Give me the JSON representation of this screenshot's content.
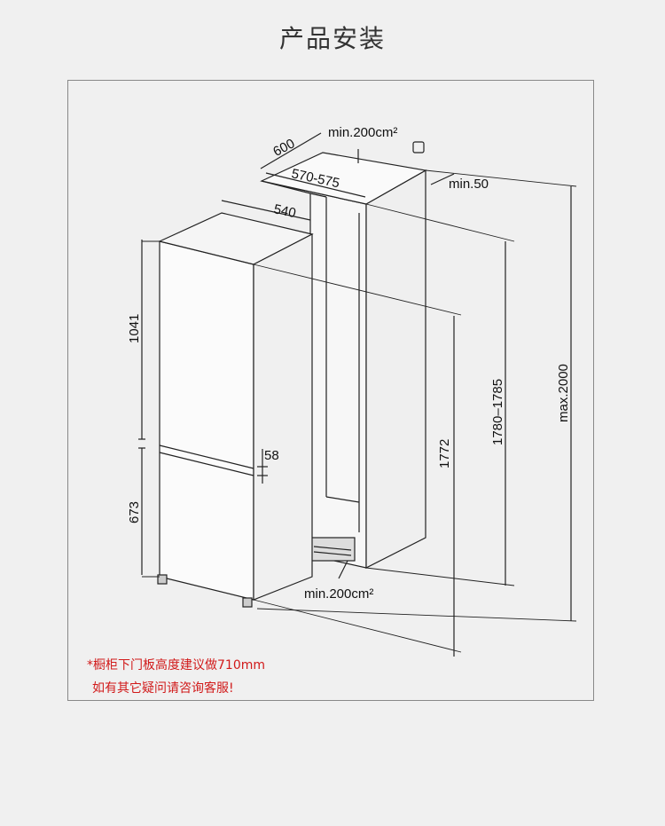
{
  "header": {
    "title": "产品安装"
  },
  "dimensions": {
    "width_600": "600",
    "vent_top": "min.200cm²",
    "depth_570_575": "570-575",
    "gap_min50": "min.50",
    "depth_540": "540",
    "height_1041": "1041",
    "gap_58": "58",
    "height_673": "673",
    "vent_bottom": "min.200cm²",
    "height_1772": "1772",
    "niche_1780_1785": "1780–1785",
    "max_2000": "max.2000"
  },
  "notes": {
    "line1": "*橱柜下门板高度建议做710mm",
    "line2": "如有其它疑问请咨询客服!"
  },
  "colors": {
    "note": "#d11a1a",
    "background": "#f0f0f0"
  }
}
